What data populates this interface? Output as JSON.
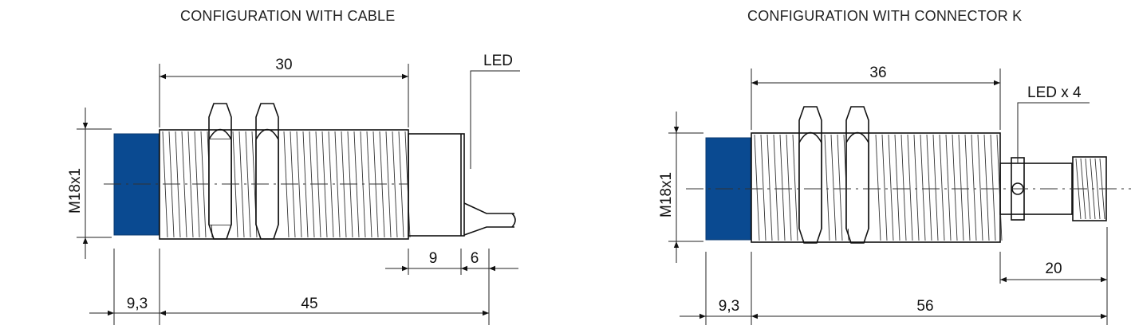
{
  "left": {
    "title": "CONFIGURATION WITH CABLE",
    "dim_top": "30",
    "led": "LED",
    "thread": "M18x1",
    "dim_a": "9",
    "dim_b": "6",
    "dim_front": "9,3",
    "dim_total": "45"
  },
  "right": {
    "title": "CONFIGURATION WITH CONNECTOR K",
    "dim_top": "36",
    "led": "LED x 4",
    "thread": "M18x1",
    "dim_conn": "20",
    "dim_front": "9,3",
    "dim_total": "56"
  },
  "colors": {
    "sensing_face": "#0a4a91",
    "line": "#111111"
  }
}
